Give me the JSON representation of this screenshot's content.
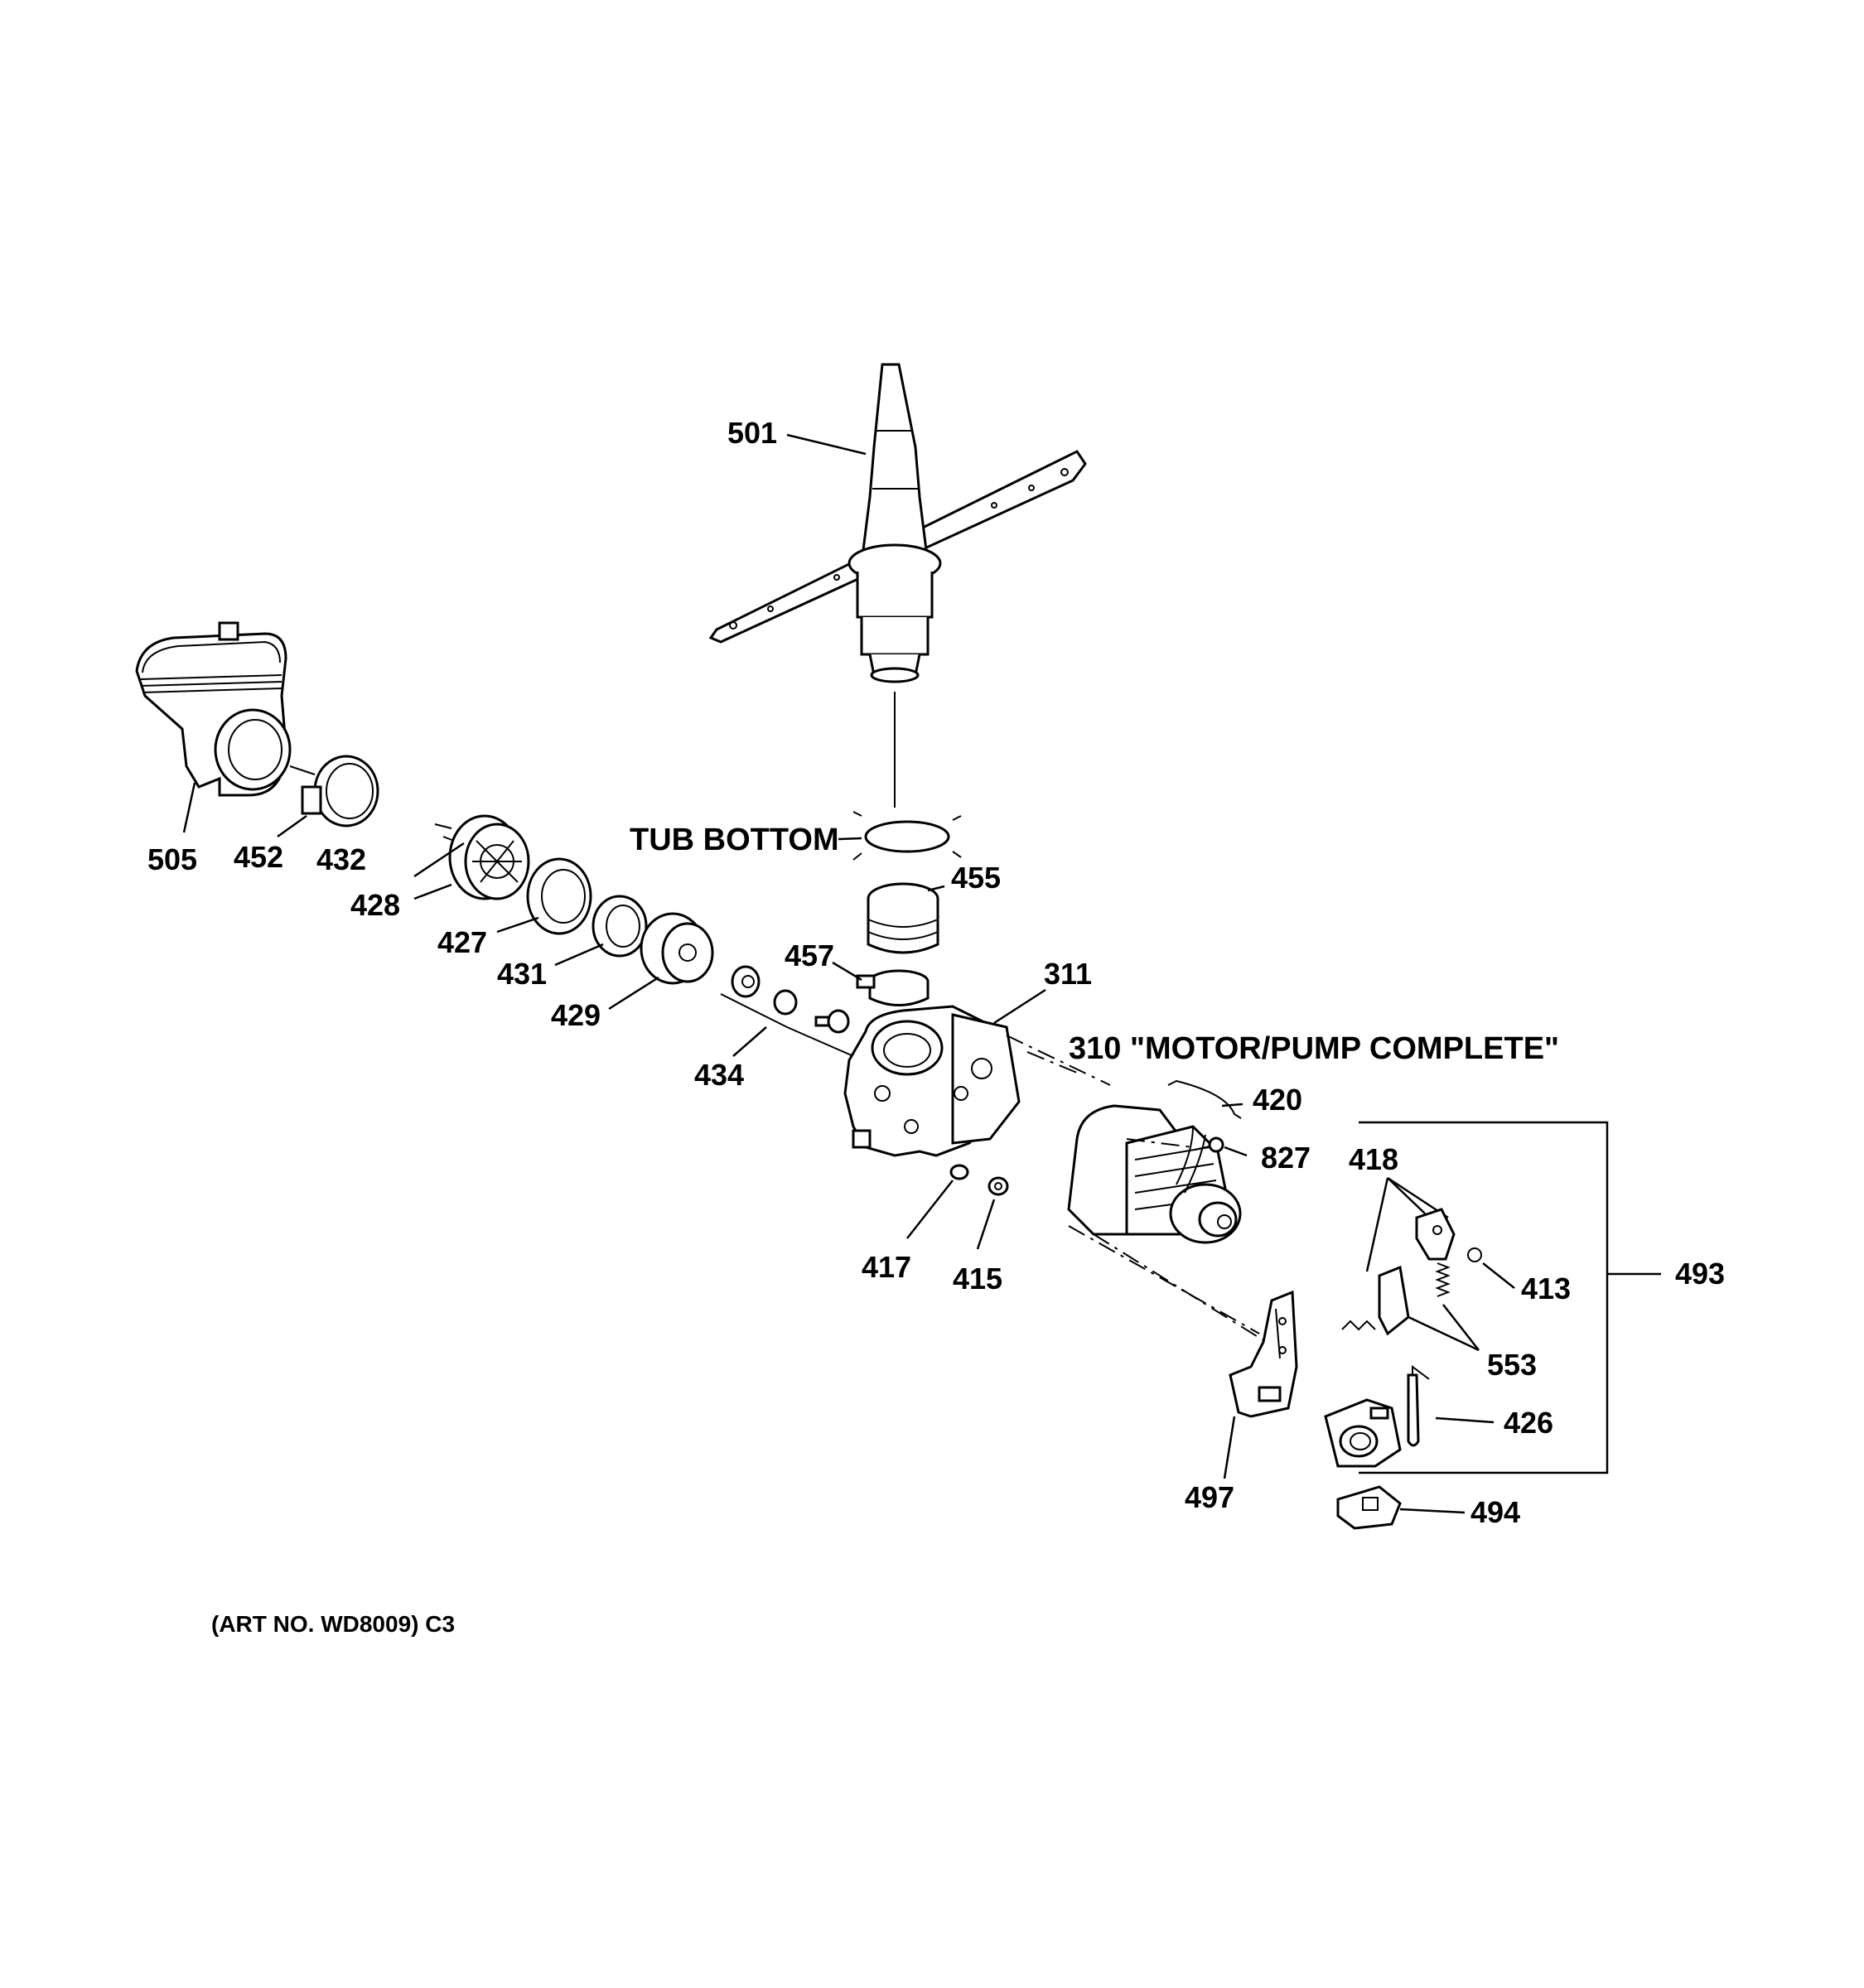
{
  "labels": {
    "p501": "501",
    "p505": "505",
    "p452": "452",
    "p432": "432",
    "p428": "428",
    "p427": "427",
    "p431": "431",
    "p429": "429",
    "p434": "434",
    "p457": "457",
    "p455": "455",
    "p311": "311",
    "p420": "420",
    "p827": "827",
    "p418": "418",
    "p413": "413",
    "p553": "553",
    "p426": "426",
    "p493": "493",
    "p497": "497",
    "p494": "494",
    "p417": "417",
    "p415": "415"
  },
  "tub_bottom": "TUB BOTTOM",
  "motor_pump": "310 \"MOTOR/PUMP COMPLETE\"",
  "art_no": "(ART NO. WD8009) C3"
}
